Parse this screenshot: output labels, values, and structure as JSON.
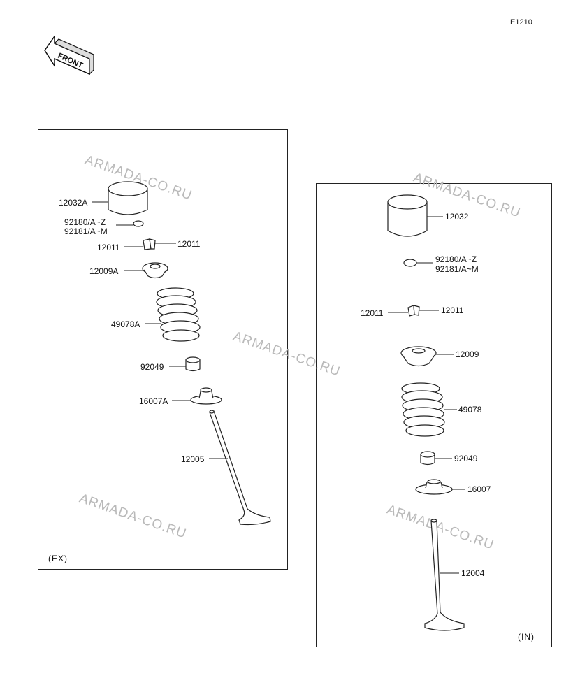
{
  "diagram_id": "E1210",
  "front_label": "FRONT",
  "watermarks": [
    "ARMADA-CO.RU",
    "ARMADA-CO.RU",
    "ARMADA-CO.RU",
    "ARMADA-CO.RU",
    "ARMADA-CO.RU"
  ],
  "exhaust": {
    "tag": "(EX)",
    "labels": {
      "tappet": "12032A",
      "shim1": "92180/A~Z",
      "shim2": "92181/A~M",
      "cotter_left": "12011",
      "cotter_right": "12011",
      "retainer": "12009A",
      "spring": "49078A",
      "seal": "92049",
      "seat": "16007A",
      "valve": "12005"
    }
  },
  "intake": {
    "tag": "(IN)",
    "labels": {
      "tappet": "12032",
      "shim1": "92180/A~Z",
      "shim2": "92181/A~M",
      "cotter_left": "12011",
      "cotter_right": "12011",
      "retainer": "12009",
      "spring": "49078",
      "seal": "92049",
      "seat": "16007",
      "valve": "12004"
    }
  }
}
